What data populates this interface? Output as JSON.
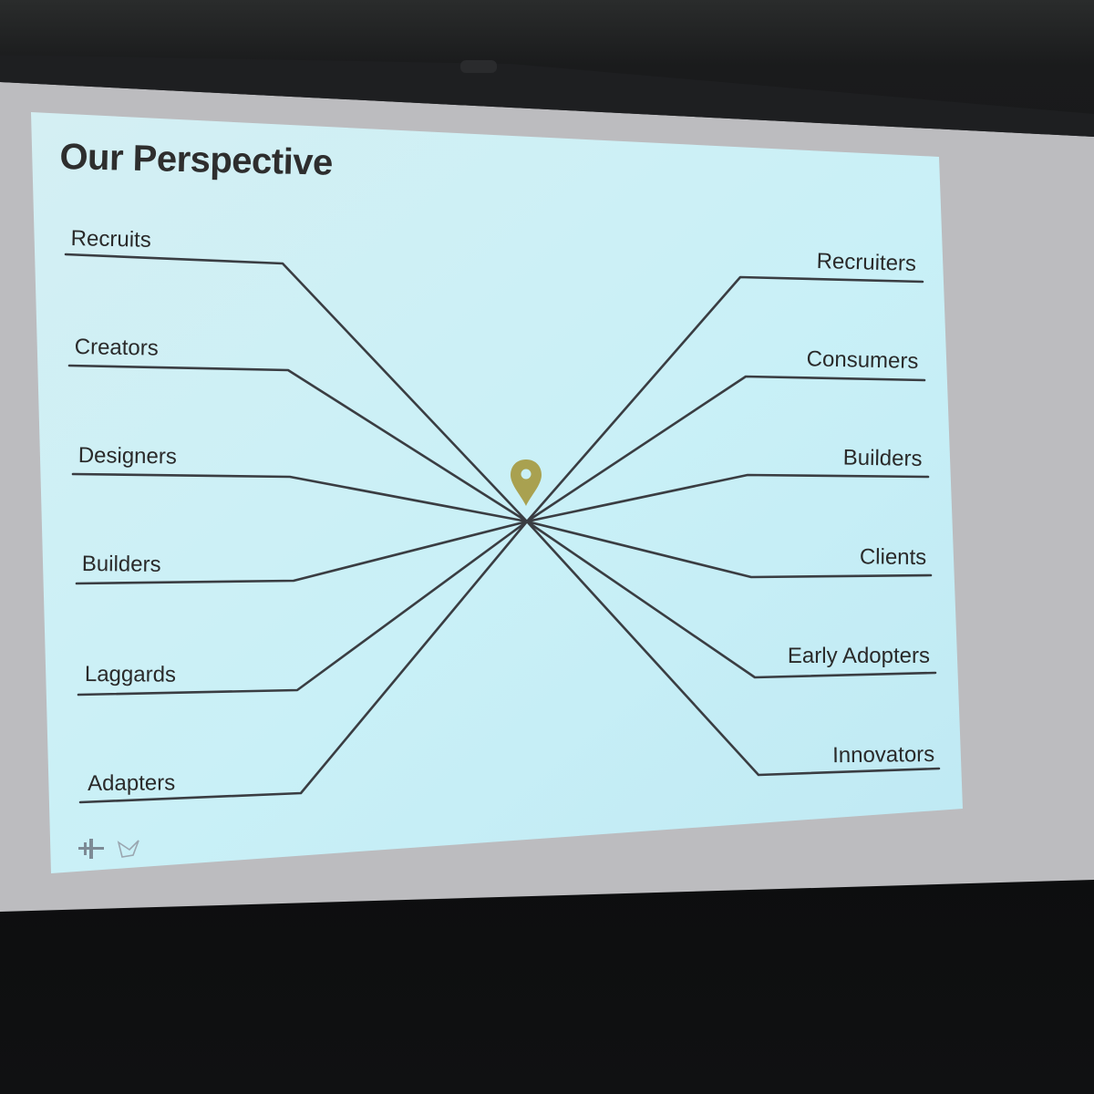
{
  "slide": {
    "title": "Our Perspective"
  },
  "left_nodes": [
    {
      "label": "Recruits"
    },
    {
      "label": "Creators"
    },
    {
      "label": "Designers"
    },
    {
      "label": "Builders"
    },
    {
      "label": "Laggards"
    },
    {
      "label": "Adapters"
    }
  ],
  "right_nodes": [
    {
      "label": "Recruiters"
    },
    {
      "label": "Consumers"
    },
    {
      "label": "Builders"
    },
    {
      "label": "Clients"
    },
    {
      "label": "Early Adopters"
    },
    {
      "label": "Innovators"
    }
  ],
  "center": {
    "icon": "location-pin-icon",
    "color": "#a9a150"
  },
  "footer_icons": [
    "logo-mark-icon",
    "bird-icon"
  ],
  "colors": {
    "slide_background": "#c7eef4",
    "line": "#3a3d42",
    "title": "#2e2e2e"
  }
}
